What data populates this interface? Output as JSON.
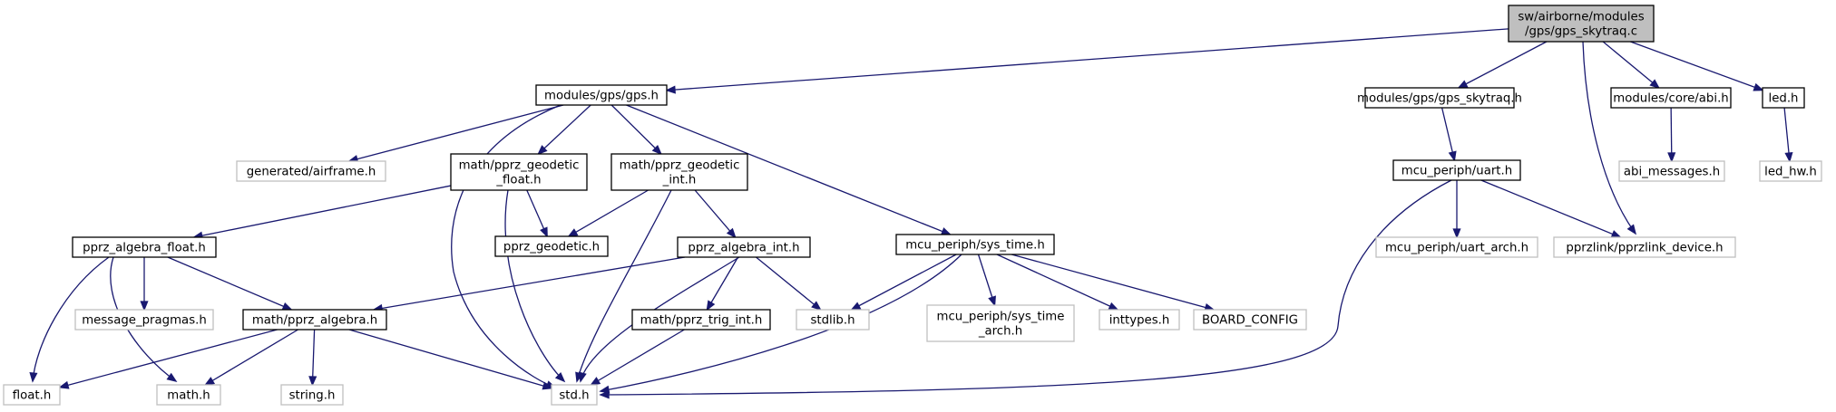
{
  "diagram": {
    "colors": {
      "root_fill": "#bfbfbf",
      "node_fill": "#ffffff",
      "node_border": "#000000",
      "external_border": "#bfbfbf",
      "edge": "#191970"
    },
    "nodes": [
      {
        "id": "gps_skytraq_c",
        "lines": [
          "sw/airborne/modules",
          "/gps/gps_skytraq.c"
        ],
        "style": "root"
      },
      {
        "id": "gps_h",
        "lines": [
          "modules/gps/gps.h"
        ],
        "style": "normal"
      },
      {
        "id": "gps_skytraq_h",
        "lines": [
          "modules/gps/gps_skytraq.h"
        ],
        "style": "normal"
      },
      {
        "id": "abi_h",
        "lines": [
          "modules/core/abi.h"
        ],
        "style": "normal"
      },
      {
        "id": "led_h",
        "lines": [
          "led.h"
        ],
        "style": "normal"
      },
      {
        "id": "airframe_h",
        "lines": [
          "generated/airframe.h"
        ],
        "style": "external"
      },
      {
        "id": "geo_float_h",
        "lines": [
          "math/pprz_geodetic",
          "_float.h"
        ],
        "style": "normal"
      },
      {
        "id": "geo_int_h",
        "lines": [
          "math/pprz_geodetic",
          "_int.h"
        ],
        "style": "normal"
      },
      {
        "id": "sys_time_h",
        "lines": [
          "mcu_periph/sys_time.h"
        ],
        "style": "normal"
      },
      {
        "id": "uart_h",
        "lines": [
          "mcu_periph/uart.h"
        ],
        "style": "normal"
      },
      {
        "id": "abi_messages_h",
        "lines": [
          "abi_messages.h"
        ],
        "style": "external"
      },
      {
        "id": "led_hw_h",
        "lines": [
          "led_hw.h"
        ],
        "style": "external"
      },
      {
        "id": "alg_float_h",
        "lines": [
          "pprz_algebra_float.h"
        ],
        "style": "normal"
      },
      {
        "id": "pprz_geodetic_h",
        "lines": [
          "pprz_geodetic.h"
        ],
        "style": "normal"
      },
      {
        "id": "alg_int_h",
        "lines": [
          "pprz_algebra_int.h"
        ],
        "style": "normal"
      },
      {
        "id": "uart_arch_h",
        "lines": [
          "mcu_periph/uart_arch.h"
        ],
        "style": "external"
      },
      {
        "id": "pprzlink_device_h",
        "lines": [
          "pprzlink/pprzlink_device.h"
        ],
        "style": "external"
      },
      {
        "id": "message_pragmas_h",
        "lines": [
          "message_pragmas.h"
        ],
        "style": "external"
      },
      {
        "id": "pprz_algebra_h",
        "lines": [
          "math/pprz_algebra.h"
        ],
        "style": "normal"
      },
      {
        "id": "trig_int_h",
        "lines": [
          "math/pprz_trig_int.h"
        ],
        "style": "normal"
      },
      {
        "id": "stdlib_h",
        "lines": [
          "stdlib.h"
        ],
        "style": "external"
      },
      {
        "id": "sys_time_arch_h",
        "lines": [
          "mcu_periph/sys_time",
          "_arch.h"
        ],
        "style": "external"
      },
      {
        "id": "inttypes_h",
        "lines": [
          "inttypes.h"
        ],
        "style": "external"
      },
      {
        "id": "board_config",
        "lines": [
          "BOARD_CONFIG"
        ],
        "style": "external"
      },
      {
        "id": "float_h",
        "lines": [
          "float.h"
        ],
        "style": "external"
      },
      {
        "id": "math_h",
        "lines": [
          "math.h"
        ],
        "style": "external"
      },
      {
        "id": "string_h",
        "lines": [
          "string.h"
        ],
        "style": "external"
      },
      {
        "id": "std_h",
        "lines": [
          "std.h"
        ],
        "style": "external"
      }
    ],
    "edges": [
      {
        "from": "gps_skytraq_c",
        "to": "gps_h"
      },
      {
        "from": "gps_skytraq_c",
        "to": "gps_skytraq_h"
      },
      {
        "from": "gps_skytraq_c",
        "to": "abi_h"
      },
      {
        "from": "gps_skytraq_c",
        "to": "led_h"
      },
      {
        "from": "gps_skytraq_c",
        "to": "pprzlink_device_h"
      },
      {
        "from": "gps_h",
        "to": "std_h"
      },
      {
        "from": "gps_h",
        "to": "airframe_h"
      },
      {
        "from": "gps_h",
        "to": "geo_float_h"
      },
      {
        "from": "gps_h",
        "to": "geo_int_h"
      },
      {
        "from": "gps_h",
        "to": "sys_time_h"
      },
      {
        "from": "geo_float_h",
        "to": "alg_float_h"
      },
      {
        "from": "geo_float_h",
        "to": "pprz_geodetic_h"
      },
      {
        "from": "geo_float_h",
        "to": "std_h"
      },
      {
        "from": "geo_int_h",
        "to": "pprz_geodetic_h"
      },
      {
        "from": "geo_int_h",
        "to": "alg_int_h"
      },
      {
        "from": "geo_int_h",
        "to": "std_h"
      },
      {
        "from": "alg_float_h",
        "to": "float_h"
      },
      {
        "from": "alg_float_h",
        "to": "message_pragmas_h"
      },
      {
        "from": "alg_float_h",
        "to": "math_h"
      },
      {
        "from": "alg_float_h",
        "to": "pprz_algebra_h"
      },
      {
        "from": "alg_int_h",
        "to": "pprz_algebra_h"
      },
      {
        "from": "alg_int_h",
        "to": "trig_int_h"
      },
      {
        "from": "alg_int_h",
        "to": "stdlib_h"
      },
      {
        "from": "alg_int_h",
        "to": "std_h"
      },
      {
        "from": "pprz_algebra_h",
        "to": "float_h"
      },
      {
        "from": "pprz_algebra_h",
        "to": "math_h"
      },
      {
        "from": "pprz_algebra_h",
        "to": "string_h"
      },
      {
        "from": "pprz_algebra_h",
        "to": "std_h"
      },
      {
        "from": "trig_int_h",
        "to": "std_h"
      },
      {
        "from": "sys_time_h",
        "to": "stdlib_h"
      },
      {
        "from": "sys_time_h",
        "to": "sys_time_arch_h"
      },
      {
        "from": "sys_time_h",
        "to": "inttypes_h"
      },
      {
        "from": "sys_time_h",
        "to": "board_config"
      },
      {
        "from": "sys_time_h",
        "to": "std_h"
      },
      {
        "from": "gps_skytraq_h",
        "to": "uart_h"
      },
      {
        "from": "uart_h",
        "to": "uart_arch_h"
      },
      {
        "from": "uart_h",
        "to": "pprzlink_device_h"
      },
      {
        "from": "uart_h",
        "to": "std_h"
      },
      {
        "from": "abi_h",
        "to": "abi_messages_h"
      },
      {
        "from": "led_h",
        "to": "led_hw_h"
      }
    ]
  }
}
